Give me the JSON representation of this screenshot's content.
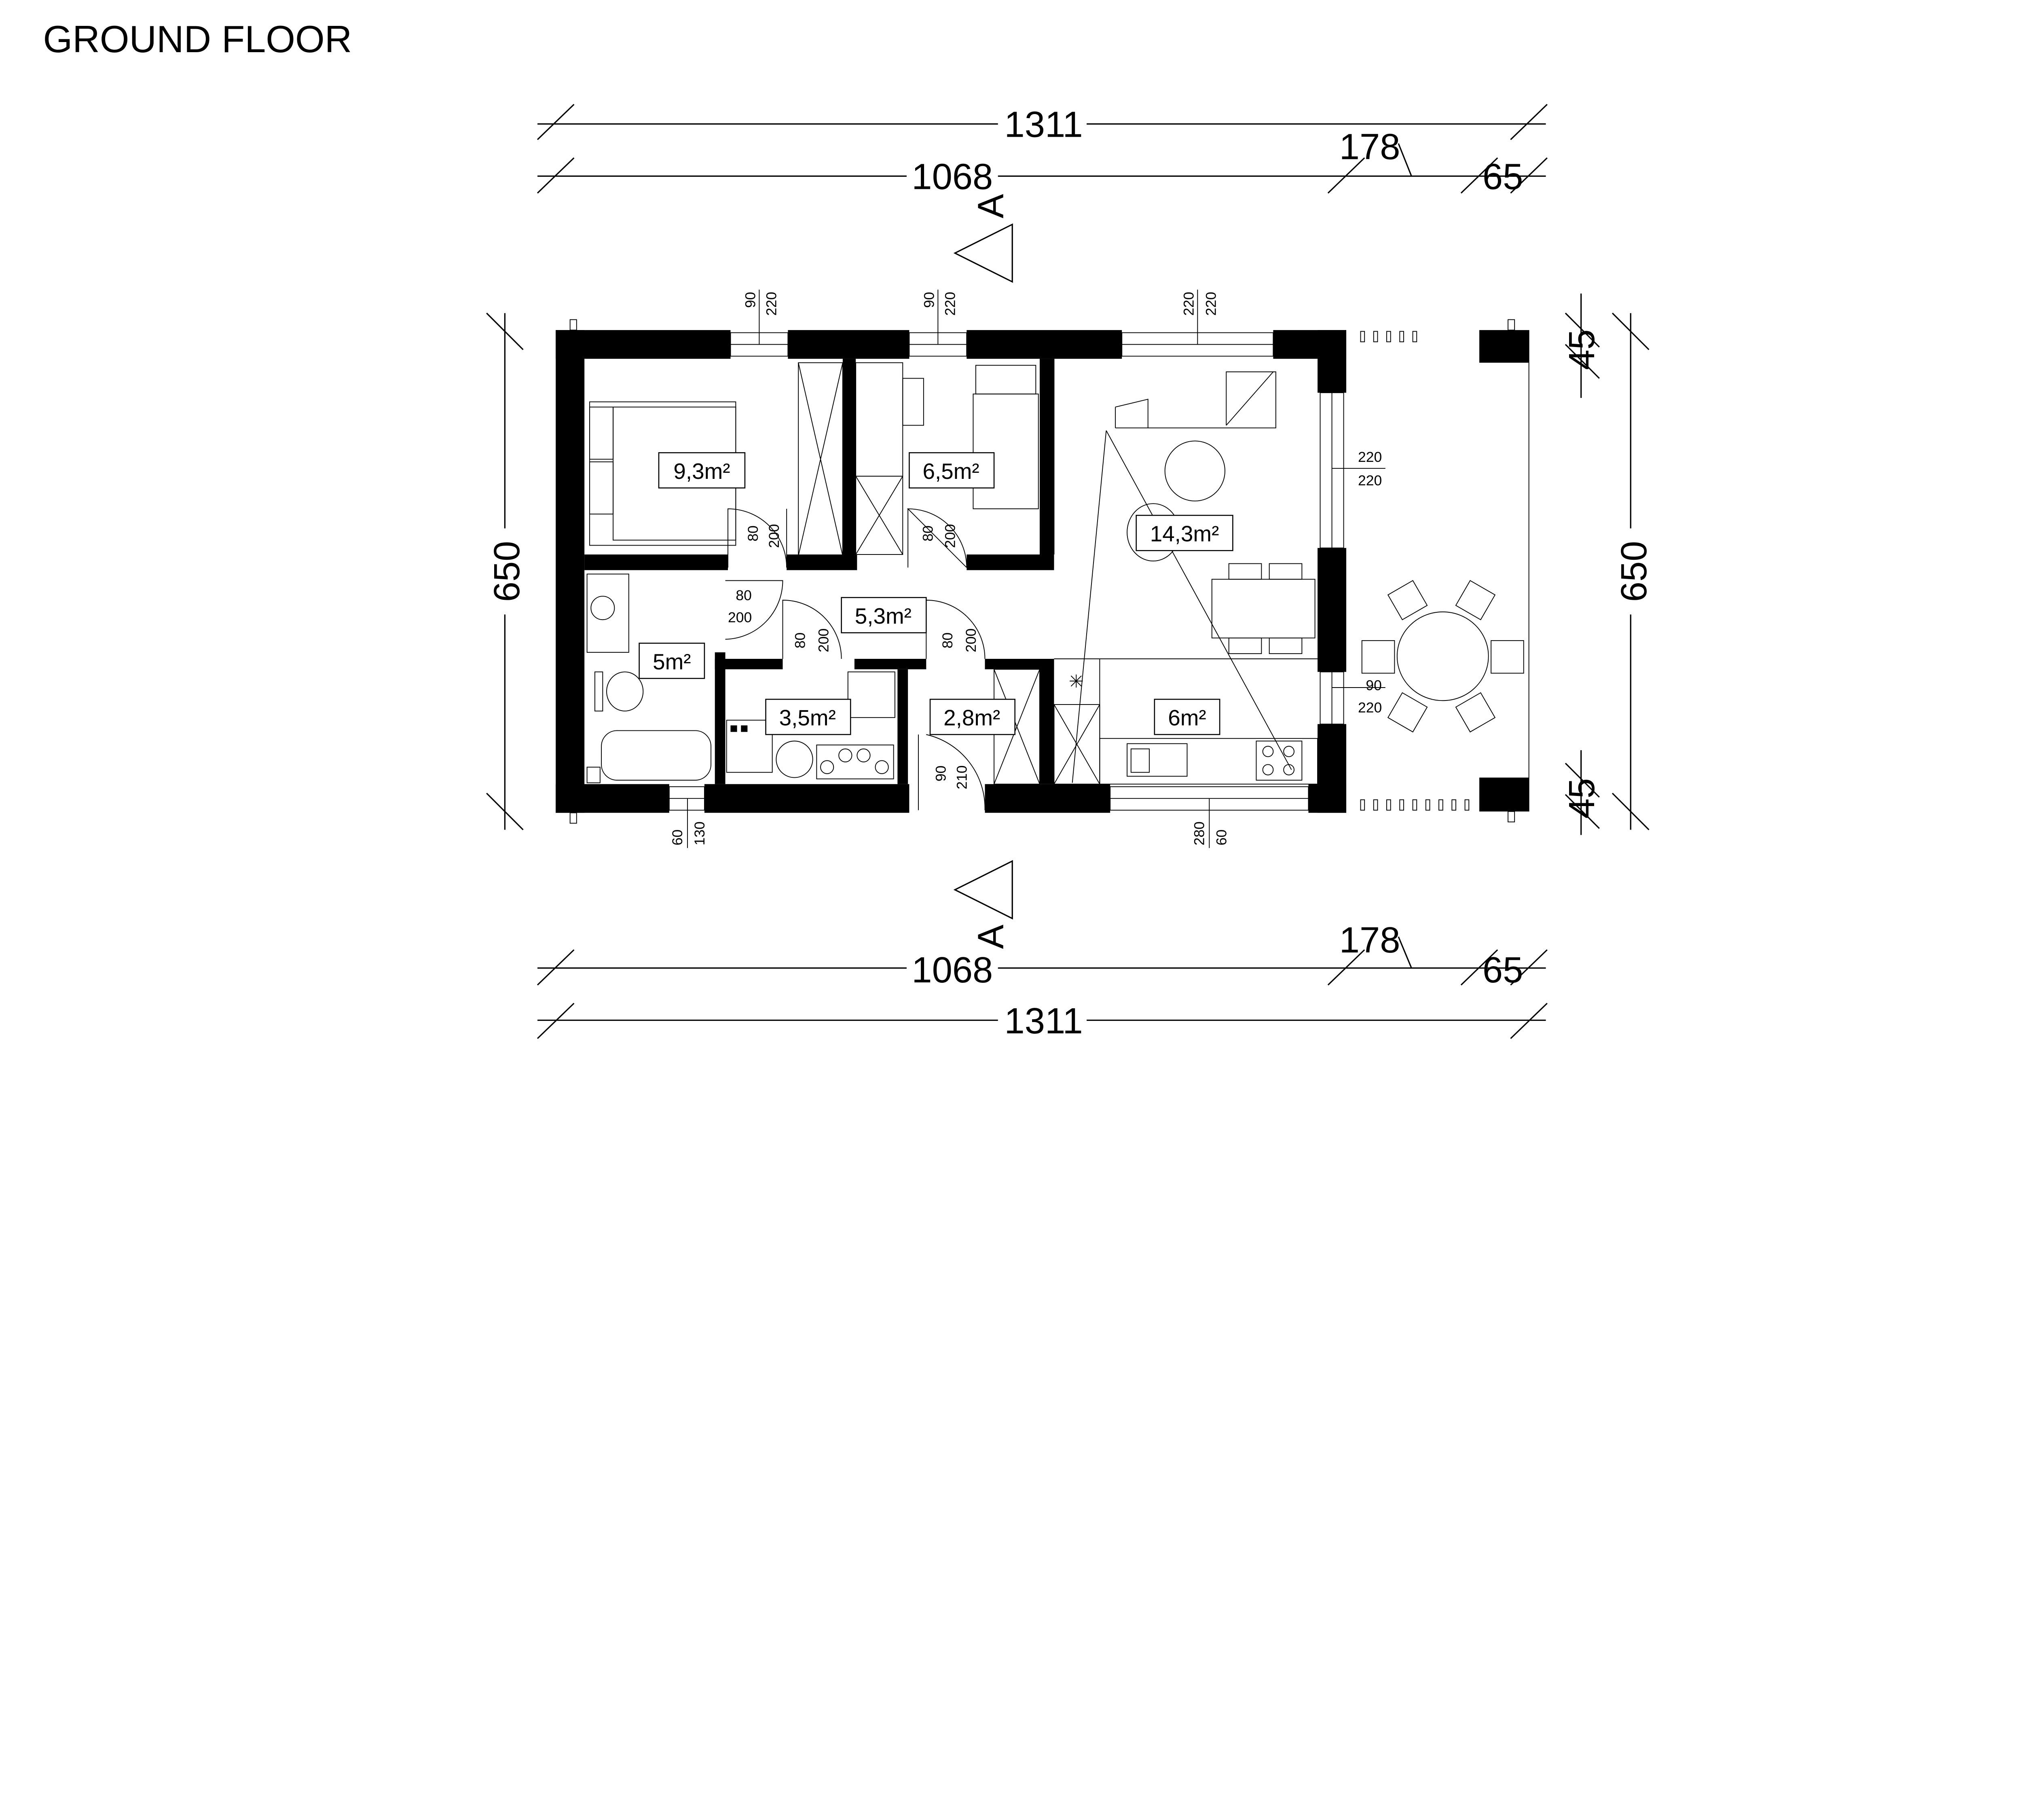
{
  "title": "GROUND FLOOR",
  "dimensions": {
    "top_total": "1311",
    "top_house": "1068",
    "top_terrace": "178",
    "top_post": "65",
    "bottom_total": "1311",
    "bottom_house": "1068",
    "bottom_terrace": "178",
    "bottom_post": "65",
    "left_height": "650",
    "right_height": "650",
    "right_top_post": "45",
    "right_bottom_post": "45"
  },
  "section_marks": {
    "top": "A",
    "bottom": "A"
  },
  "rooms": [
    {
      "name": "bedroom-1",
      "area": "9,3m²"
    },
    {
      "name": "bedroom-2",
      "area": "6,5m²"
    },
    {
      "name": "living-room",
      "area": "14,3m²"
    },
    {
      "name": "hallway",
      "area": "5,3m²"
    },
    {
      "name": "bathroom",
      "area": "5m²"
    },
    {
      "name": "utility-room",
      "area": "3,5m²"
    },
    {
      "name": "entrance",
      "area": "2,8m²"
    },
    {
      "name": "kitchen",
      "area": "6m²"
    }
  ],
  "openings": {
    "win_bed1": [
      "90",
      "220"
    ],
    "win_bed2": [
      "90",
      "220"
    ],
    "win_living_top": [
      "220",
      "220"
    ],
    "win_living_right": [
      "220",
      "220"
    ],
    "win_kitchen_right": [
      "90",
      "220"
    ],
    "win_kitchen_bottom": [
      "280",
      "60"
    ],
    "win_bath": [
      "60",
      "130"
    ],
    "door_entry": [
      "90",
      "210"
    ],
    "door_bed1": [
      "80",
      "200"
    ],
    "door_bed2": [
      "80",
      "200"
    ],
    "door_bath": [
      "80",
      "200"
    ],
    "door_utility": [
      "80",
      "200"
    ],
    "door_entrance": [
      "80",
      "200"
    ]
  }
}
